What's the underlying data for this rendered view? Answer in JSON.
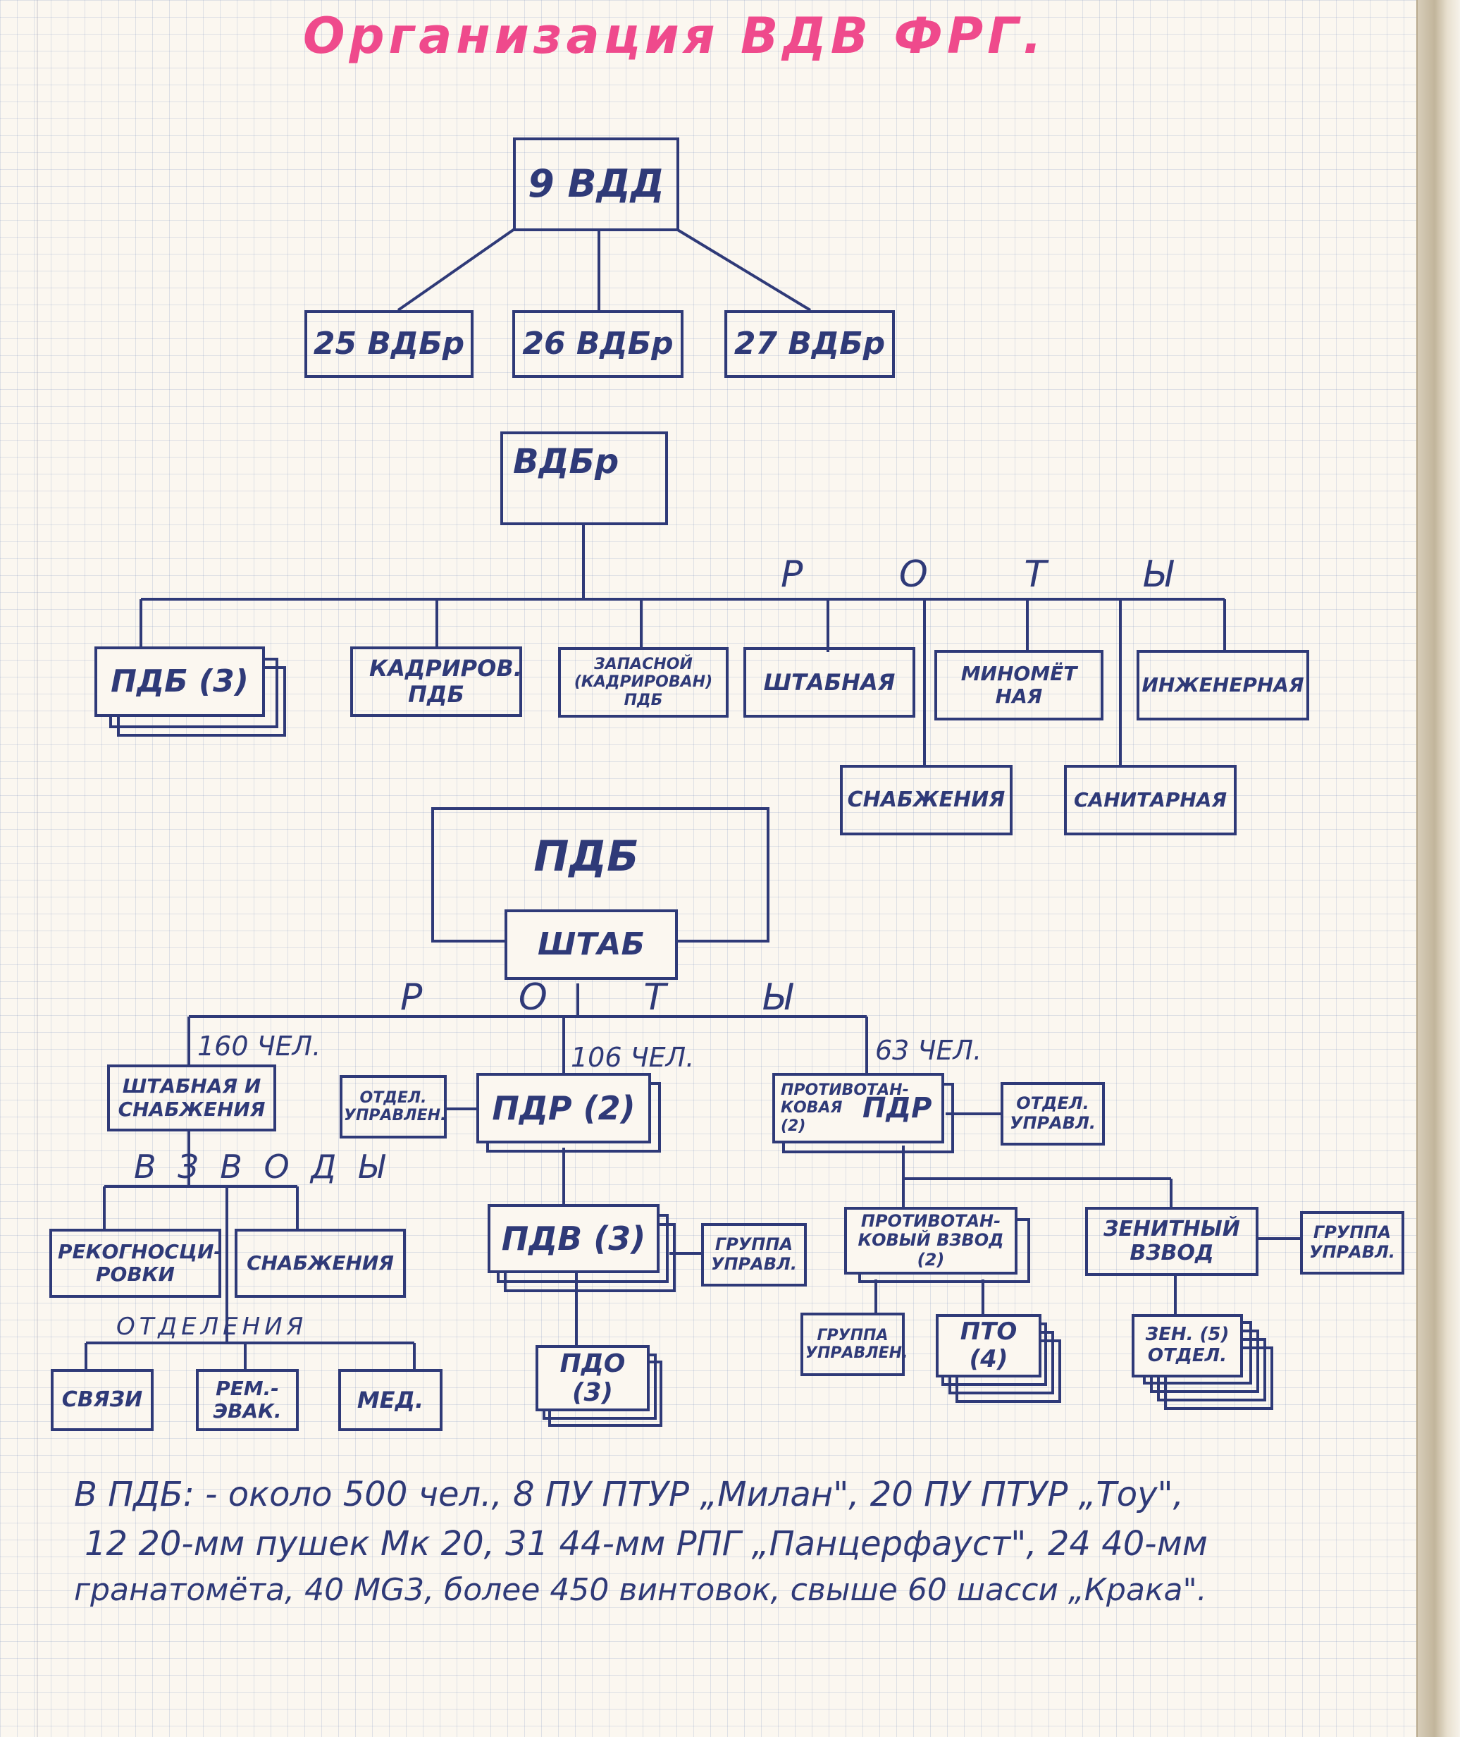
{
  "title": "Организация ВДВ ФРГ.",
  "division": {
    "name": "9 ВДД",
    "brigades": [
      "25 ВДБр",
      "26 ВДБр",
      "27 ВДБр"
    ]
  },
  "brigade": {
    "name": "ВДБр",
    "companies_label": "Р О Т Ы",
    "units": [
      "ПДБ (3)",
      "КАДРИРОВ. ПДБ",
      "ЗАПАСНОЙ (КАДРИРОВАН) ПДБ",
      "ШТАБНАЯ",
      "МИНОМЁТ НАЯ",
      "ИНЖЕНЕРНАЯ",
      "СНАБЖЕНИЯ",
      "САНИТАРНАЯ"
    ]
  },
  "battalion": {
    "name": "ПДБ",
    "hq": "ШТАБ",
    "companies_label": "Р О Т Ы",
    "strengths": [
      "160 ЧЕЛ.",
      "106 ЧЕЛ.",
      "63 ЧЕЛ."
    ],
    "hq_company": {
      "name": "ШТАБНАЯ И СНАБЖЕНИЯ",
      "platoons_label": "В З В О Д Ы",
      "platoons": [
        "РЕКОГНОСЦИ-РОВКИ",
        "СНАБЖЕНИЯ"
      ],
      "sections_label": "ОТДЕЛЕНИЯ",
      "sections": [
        "СВЯЗИ",
        "РЕМ.-ЭВАК.",
        "МЕД."
      ]
    },
    "rifle_company": {
      "name": "ПДР (2)",
      "command": "ОТДЕЛ. УПРАВЛЕН.",
      "platoon": "ПДВ (3)",
      "platoon_command": "ГРУППА УПРАВЛ.",
      "section": "ПДО (3)"
    },
    "at_company": {
      "name_prefix": "ПРОТИВОТАН-КОВАЯ (2)",
      "name_suffix": "ПДР",
      "command": "ОТДЕЛ. УПРАВЛ.",
      "at_platoon": "ПРОТИВОТАН-КОВЫЙ ВЗВОД (2)",
      "at_platoon_command": "ГРУППА УПРАВЛЕН.",
      "at_section": "ПТО (4)",
      "aa_platoon": "ЗЕНИТНЫЙ ВЗВОД",
      "aa_platoon_command": "ГРУППА УПРАВЛ.",
      "aa_section": "ЗЕН. (5) ОТДЕЛ."
    }
  },
  "notes": [
    "В ПДБ: - около 500 чел., 8 ПУ ПТУР „Милан\", 20 ПУ ПТУР „Тоу\",",
    "12 20-мм пушек Мк 20, 31 44-мм РПГ „Панцерфауст\", 24 40-мм",
    "гранатомёта, 40 MG3, более 450 винтовок, свыше 60 шасси „Крака\"."
  ],
  "colors": {
    "ink": "#2f3a78",
    "title": "#ef4a8c",
    "paper": "#fbf7f0",
    "grid": "#a3b0d0"
  }
}
